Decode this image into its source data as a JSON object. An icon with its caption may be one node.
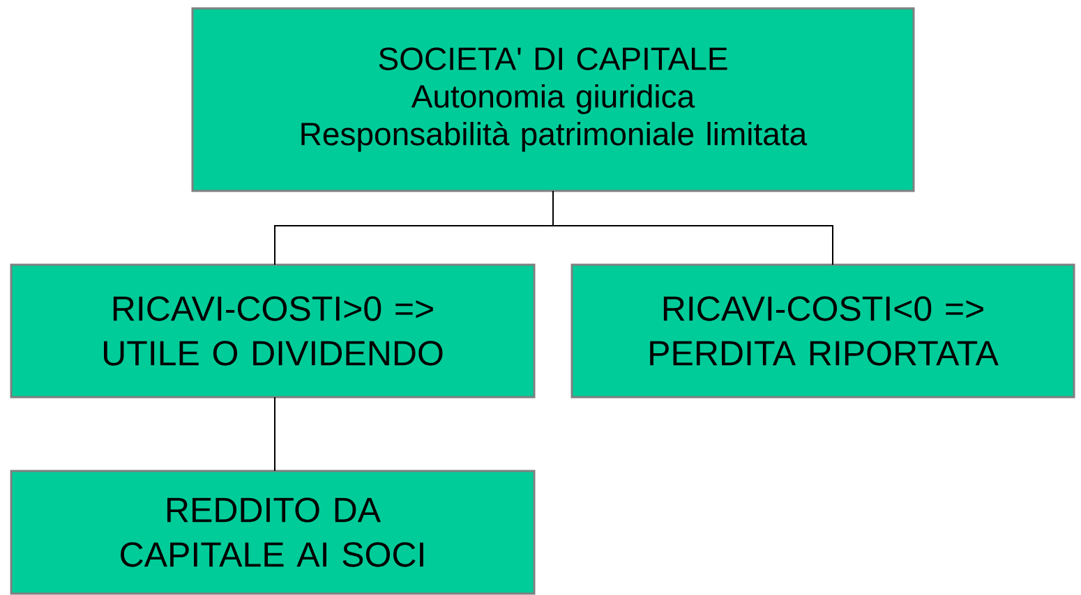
{
  "diagram": {
    "nodes": [
      {
        "text": [
          "SOCIETA' DI CAPITALE",
          "Autonomia giuridica",
          "Responsabilità patrimoniale limitata"
        ]
      },
      {
        "text": [
          "RICAVI-COSTI>0 => UTILE O DIVIDENDO"
        ]
      },
      {
        "text": [
          "RICAVI-COSTI<0 => PERDITA RIPORTATA"
        ]
      },
      {
        "text": [
          "REDDITO DA CAPITALE AI SOCI"
        ]
      }
    ],
    "edges": [
      {
        "from": 0,
        "to": 1,
        "arrow": "none"
      },
      {
        "from": 0,
        "to": 2,
        "arrow": "none"
      },
      {
        "from": 1,
        "to": 3,
        "arrow": "none"
      }
    ]
  }
}
